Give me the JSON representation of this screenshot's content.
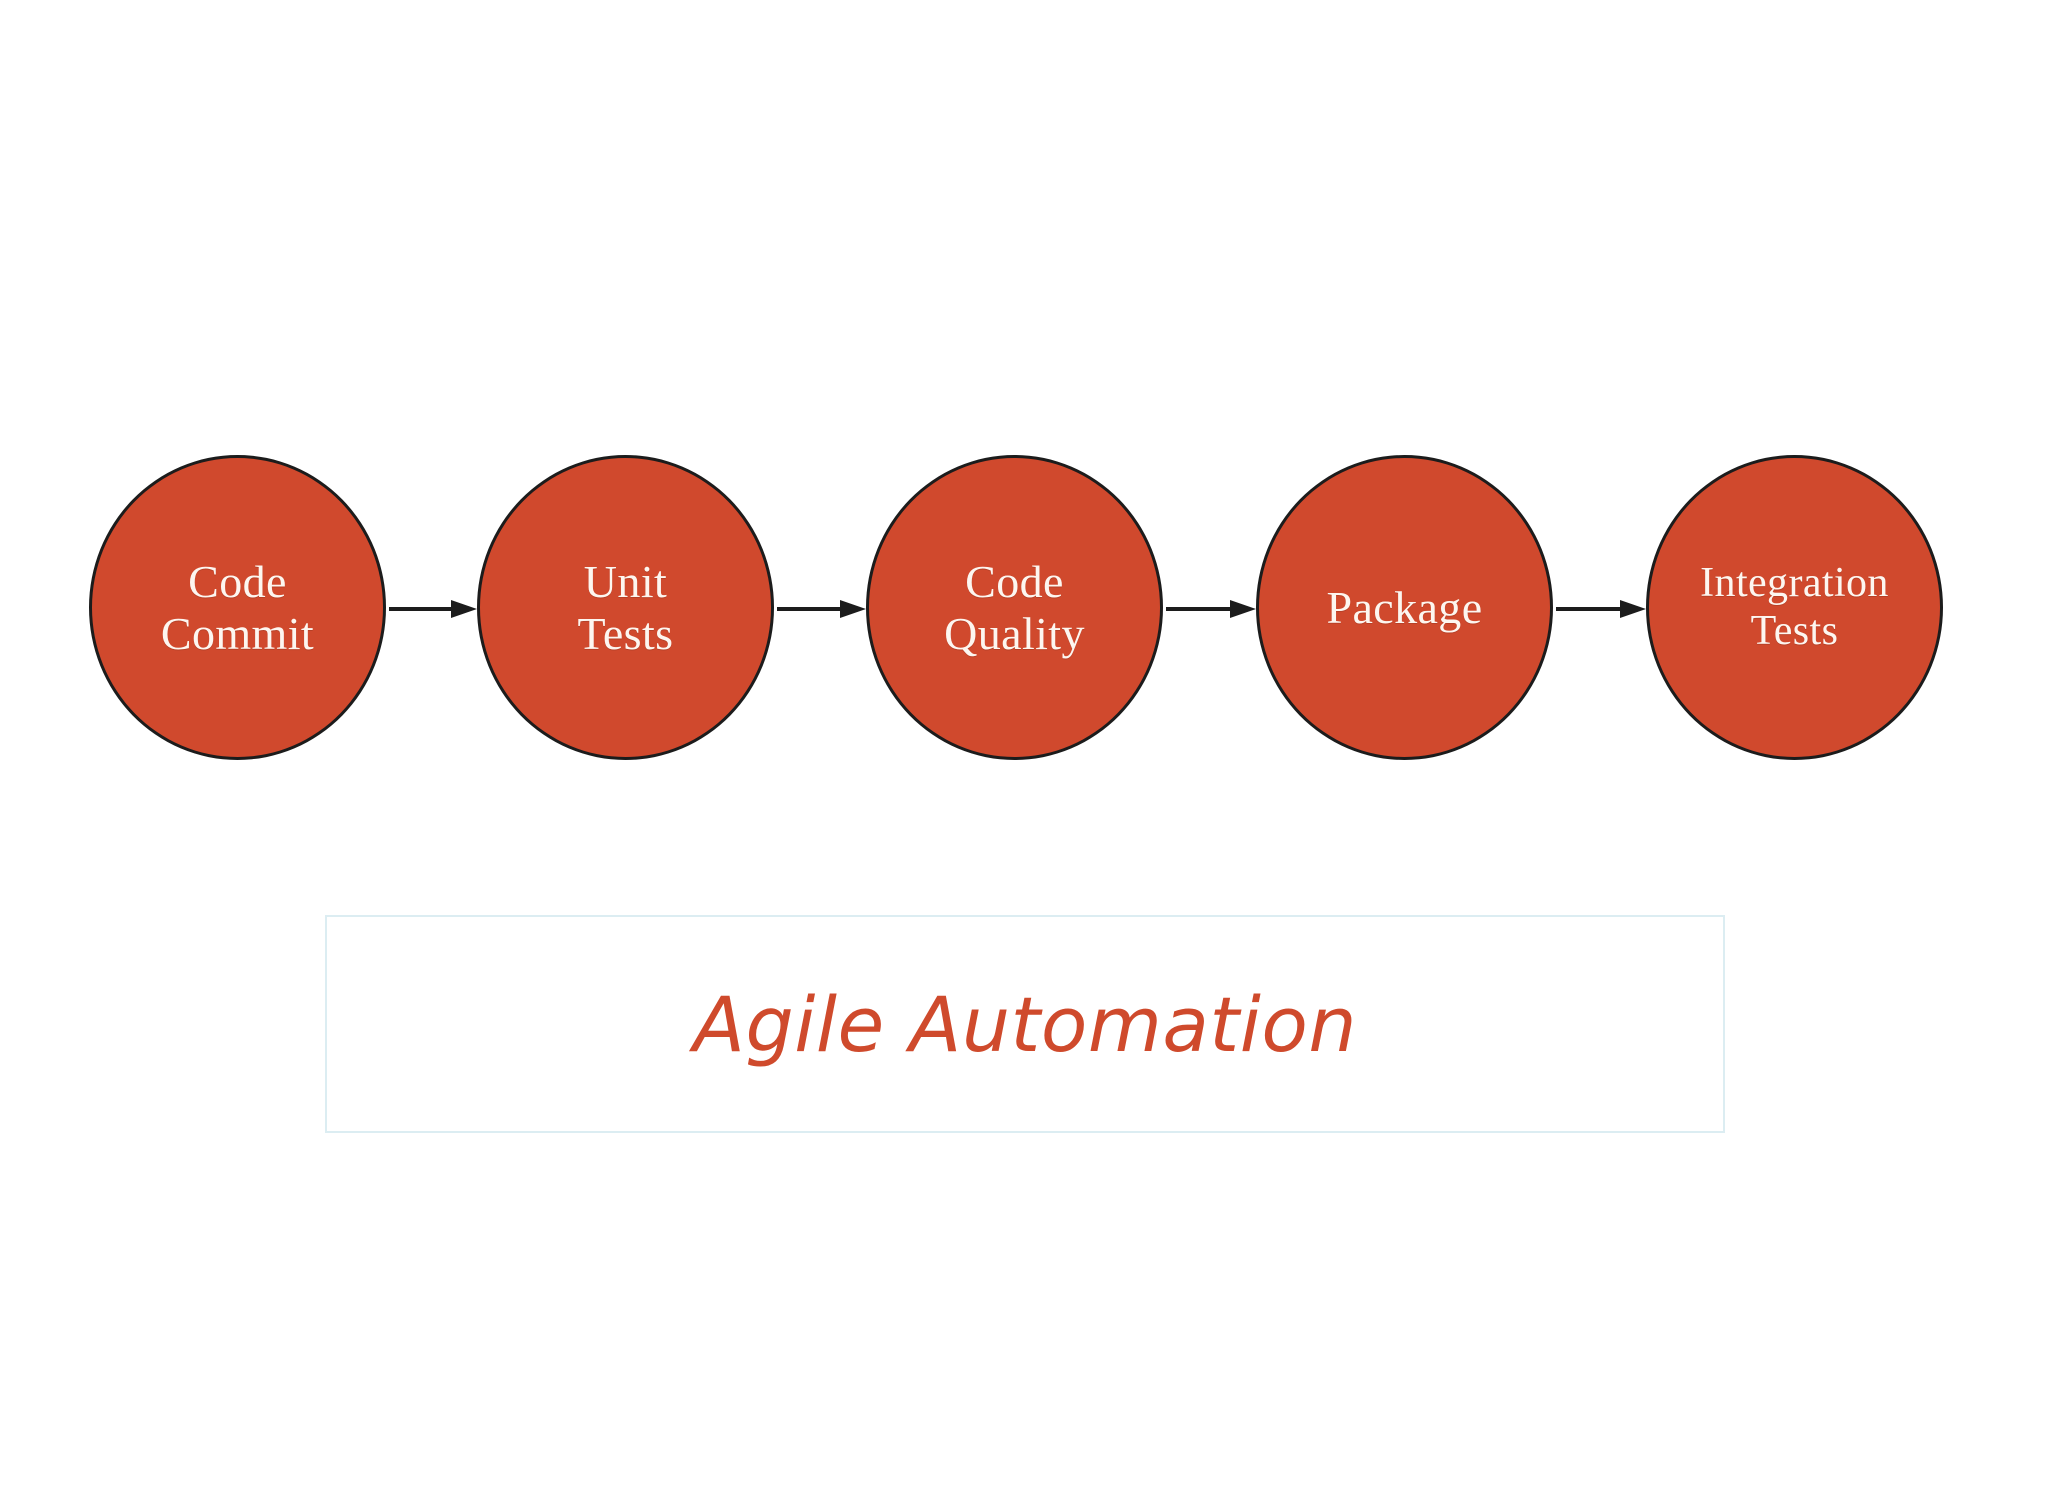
{
  "diagram": {
    "type": "flow-pipeline",
    "orientation": "horizontal",
    "background_color": "#ffffff",
    "node_fill_color": "#d0492d",
    "node_border_color": "#1c1c1c",
    "node_text_color": "#fdf6f0",
    "connector_color": "#1c1c1c",
    "nodes": [
      {
        "id": "code-commit",
        "label": "Code\nCommit",
        "order": 1
      },
      {
        "id": "unit-tests",
        "label": "Unit\nTests",
        "order": 2
      },
      {
        "id": "code-quality",
        "label": "Code\nQuality",
        "order": 3
      },
      {
        "id": "package",
        "label": "Package",
        "order": 4
      },
      {
        "id": "integration-tests",
        "label": "Integration\nTests",
        "order": 5
      }
    ],
    "connectors": [
      {
        "id": "c1",
        "from": "code-commit",
        "to": "unit-tests",
        "style": "arrow"
      },
      {
        "id": "c2",
        "from": "unit-tests",
        "to": "code-quality",
        "style": "arrow"
      },
      {
        "id": "c3",
        "from": "code-quality",
        "to": "package",
        "style": "arrow"
      },
      {
        "id": "c4",
        "from": "package",
        "to": "integration-tests",
        "style": "arrow"
      }
    ]
  },
  "caption": {
    "text": "Agile Automation",
    "text_color": "#cf4a2c",
    "border_color": "#dcedf2"
  }
}
